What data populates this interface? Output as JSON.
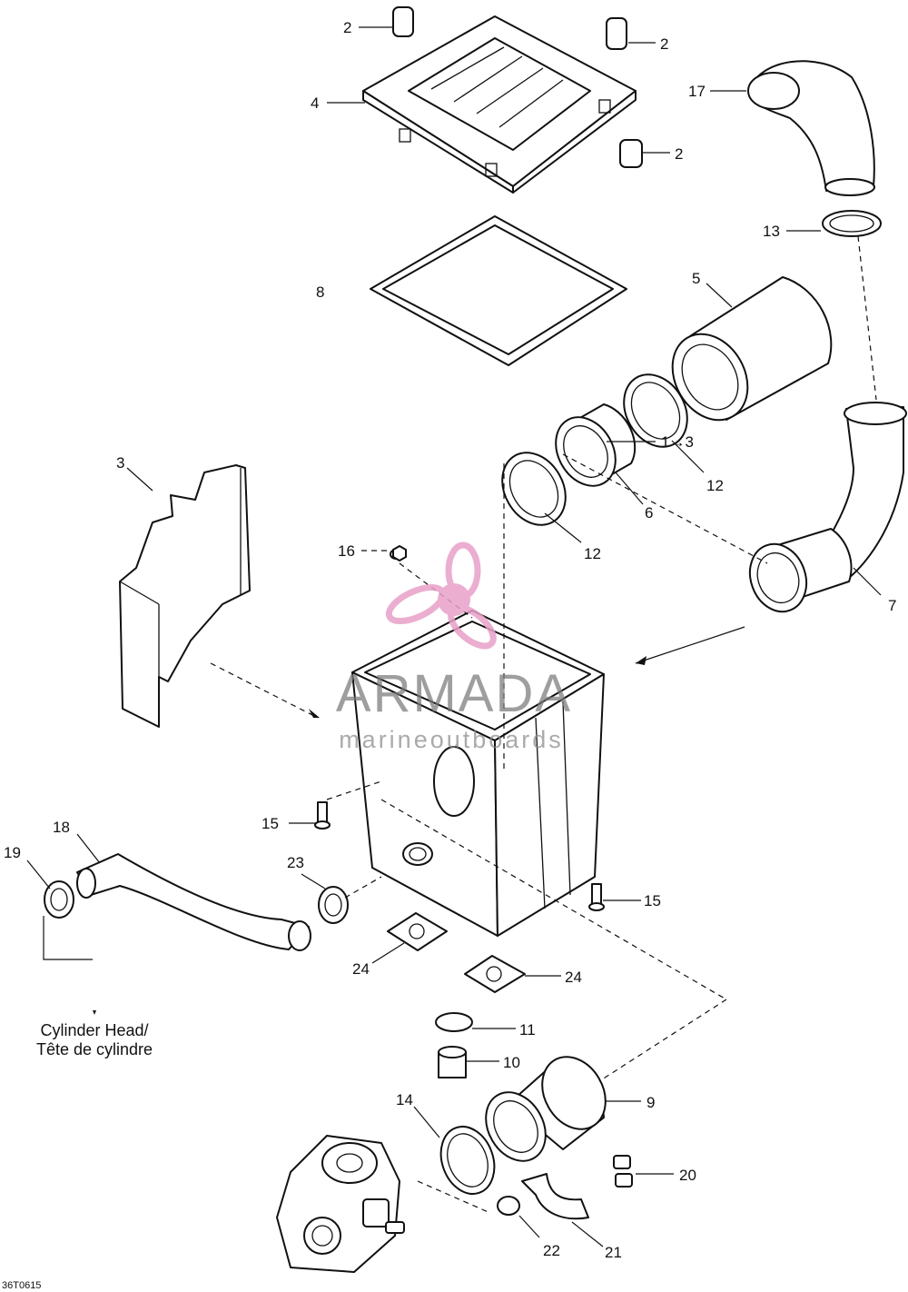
{
  "labels": {
    "l2a": "2",
    "l2b": "2",
    "l2c": "2",
    "l4": "4",
    "l17": "17",
    "l13": "13",
    "l8": "8",
    "l5": "5",
    "l12a": "12",
    "l12b": "12",
    "l6": "6",
    "l7": "7",
    "l3": "3",
    "l16": "16",
    "l1": "1→3",
    "l15a": "15",
    "l15b": "15",
    "l18": "18",
    "l19": "19",
    "l23": "23",
    "l24a": "24",
    "l24b": "24",
    "l11": "11",
    "l10": "10",
    "l9": "9",
    "l14": "14",
    "l20": "20",
    "l22": "22",
    "l21": "21"
  },
  "caption": {
    "line1": "Cylinder Head/",
    "line2": "Tête de cylindre"
  },
  "drawing_code": "36T0615",
  "watermark": {
    "brand": "ARMADA",
    "tagline": "marineoutboards",
    "color": "#e8a0c8"
  }
}
